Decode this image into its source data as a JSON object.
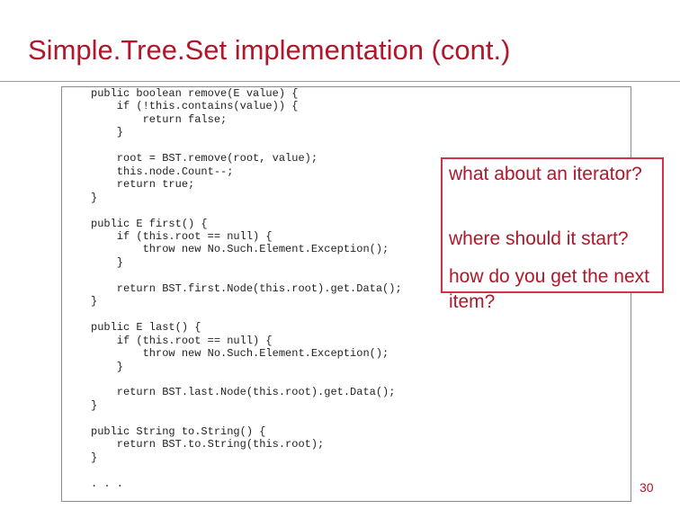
{
  "slide": {
    "title": "Simple.Tree.Set implementation (cont.)",
    "code": "public boolean remove(E value) {\n    if (!this.contains(value)) {\n        return false;\n    }\n\n    root = BST.remove(root, value);\n    this.node.Count--;\n    return true;\n}\n\npublic E first() {\n    if (this.root == null) {\n        throw new No.Such.Element.Exception();\n    }\n\n    return BST.first.Node(this.root).get.Data();\n}\n\npublic E last() {\n    if (this.root == null) {\n        throw new No.Such.Element.Exception();\n    }\n\n    return BST.last.Node(this.root).get.Data();\n}\n\npublic String to.String() {\n    return BST.to.String(this.root);\n}\n\n. . .",
    "callout": {
      "q1": "what about an iterator?",
      "q2": "where should it start?",
      "q3": "how do you get the next item?"
    },
    "page_number": "30"
  },
  "colors": {
    "accent": "#b0172b",
    "callout_border": "#d4304a",
    "code_text": "#222222",
    "frame": "#8a8a8a"
  }
}
